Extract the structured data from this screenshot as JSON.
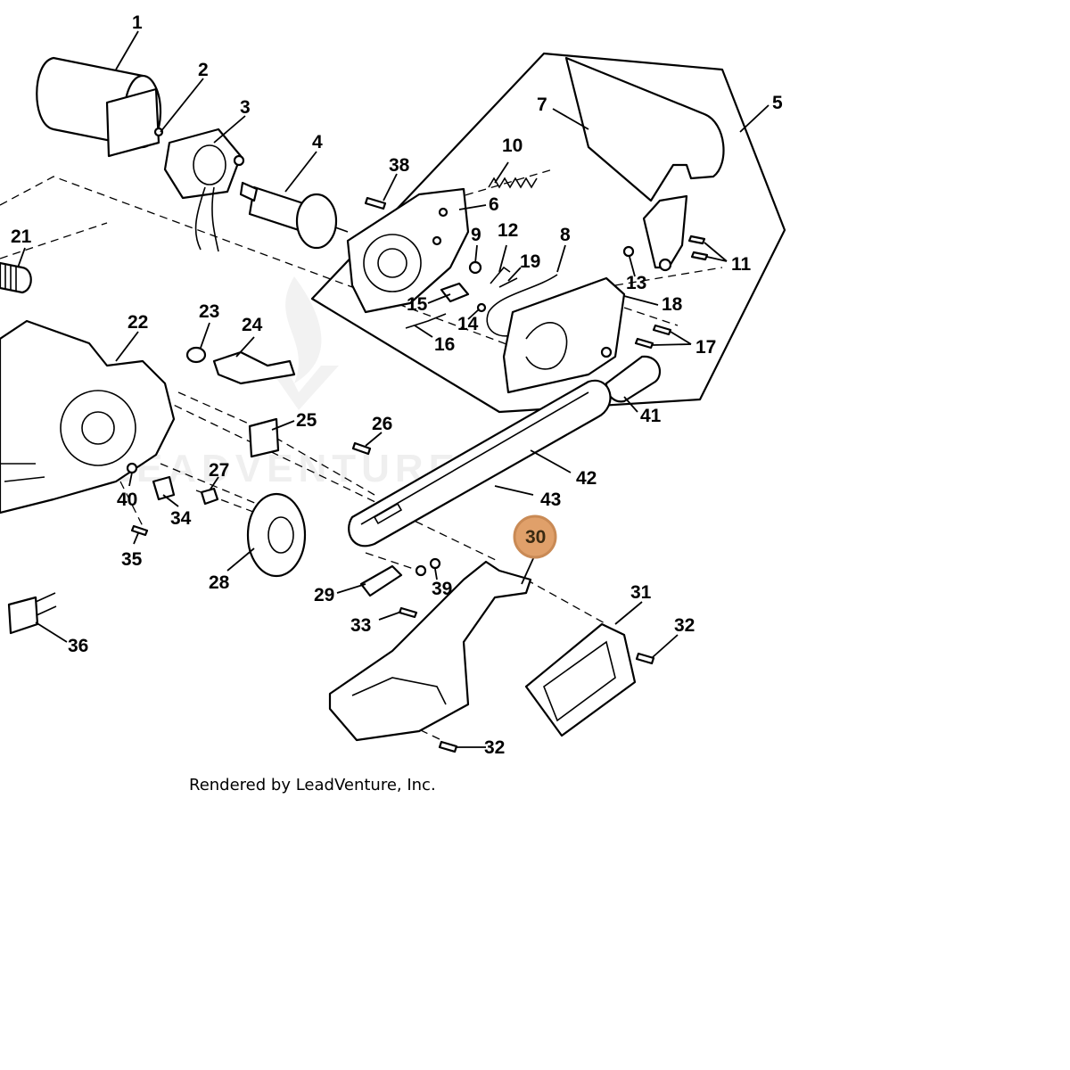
{
  "credit": "Rendered by LeadVenture, Inc.",
  "watermark": "LEADVENTURE",
  "highlight": {
    "callout": "30",
    "color": "#e0a06a",
    "stroke": "#c98a55"
  },
  "callouts": [
    "1",
    "2",
    "3",
    "4",
    "5",
    "6",
    "7",
    "8",
    "9",
    "10",
    "11",
    "12",
    "13",
    "14",
    "15",
    "16",
    "17",
    "18",
    "19",
    "21",
    "22",
    "23",
    "24",
    "25",
    "26",
    "27",
    "28",
    "29",
    "30",
    "31",
    "32",
    "33",
    "34",
    "35",
    "36",
    "38",
    "39",
    "40",
    "41",
    "42",
    "43"
  ],
  "label_32b": "32"
}
